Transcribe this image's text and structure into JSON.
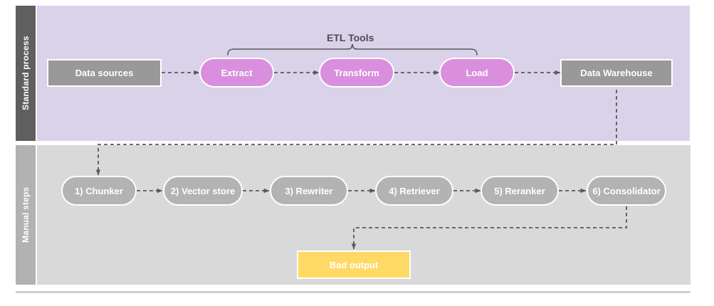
{
  "diagram": {
    "title": "ETL standard process and manual RAG steps",
    "colors": {
      "lane_top_header_bg": "#5f5f5f",
      "lane_top_body_bg": "#d9d2e9",
      "lane_bottom_header_bg": "#b2b2b2",
      "lane_bottom_body_bg": "#d9d9d9",
      "gray_box": "#999999",
      "magenta_pill": "#d98fdd",
      "gray_pill": "#b3b3b3",
      "yellow_box": "#ffd966",
      "connector": "#595959",
      "node_text": "#ffffff",
      "bracket_text": "#4d4d4d"
    },
    "lanes": [
      {
        "id": "standard-process",
        "label": "Standard process"
      },
      {
        "id": "manual-steps",
        "label": "Manual steps"
      }
    ],
    "annotations": [
      {
        "id": "etl-tools-bracket",
        "label": "ETL Tools"
      }
    ],
    "top_row": {
      "source": {
        "label": "Data sources",
        "shape": "rect",
        "color": "gray"
      },
      "etl_steps": [
        {
          "label": "Extract",
          "shape": "pill",
          "color": "magenta"
        },
        {
          "label": "Transform",
          "shape": "pill",
          "color": "magenta"
        },
        {
          "label": "Load",
          "shape": "pill",
          "color": "magenta"
        }
      ],
      "sink": {
        "label": "Data Warehouse",
        "shape": "rect",
        "color": "gray"
      }
    },
    "bottom_row": {
      "steps": [
        {
          "label": "1) Chunker",
          "shape": "pill",
          "color": "gray"
        },
        {
          "label": "2) Vector store",
          "shape": "pill",
          "color": "gray"
        },
        {
          "label": "3) Rewriter",
          "shape": "pill",
          "color": "gray"
        },
        {
          "label": "4) Retriever",
          "shape": "pill",
          "color": "gray"
        },
        {
          "label": "5) Reranker",
          "shape": "pill",
          "color": "gray"
        },
        {
          "label": "6) Consolidator",
          "shape": "pill",
          "color": "gray"
        }
      ],
      "output": {
        "label": "Bad output",
        "shape": "rect",
        "color": "yellow"
      }
    }
  }
}
